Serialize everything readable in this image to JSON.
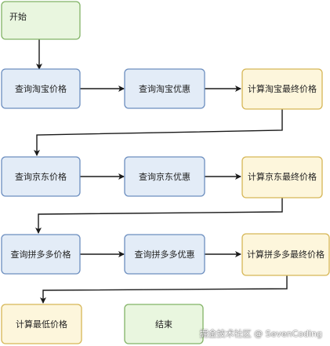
{
  "nodes": {
    "start": {
      "label": "开始"
    },
    "taobao_price": {
      "label": "查询淘宝价格"
    },
    "taobao_discount": {
      "label": "查询淘宝优惠"
    },
    "taobao_final": {
      "label": "计算淘宝最终价格"
    },
    "jd_price": {
      "label": "查询京东价格"
    },
    "jd_discount": {
      "label": "查询京东优惠"
    },
    "jd_final": {
      "label": "计算京东最终价格"
    },
    "pdd_price": {
      "label": "查询拼多多价格"
    },
    "pdd_discount": {
      "label": "查询拼多多优惠"
    },
    "pdd_final": {
      "label": "计算拼多多最终价格"
    },
    "lowest": {
      "label": "计算最低价格"
    },
    "end": {
      "label": "结束"
    }
  },
  "watermark": "掘金技术社区 @ SevenCoding",
  "colors": {
    "green_fill": "#e9f6df",
    "green_stroke": "#82b366",
    "blue_fill": "#e3ecf7",
    "blue_stroke": "#6c8ebf",
    "yellow_fill": "#fdf6dc",
    "yellow_stroke": "#d6b656",
    "edge": "#1a1a1a"
  }
}
